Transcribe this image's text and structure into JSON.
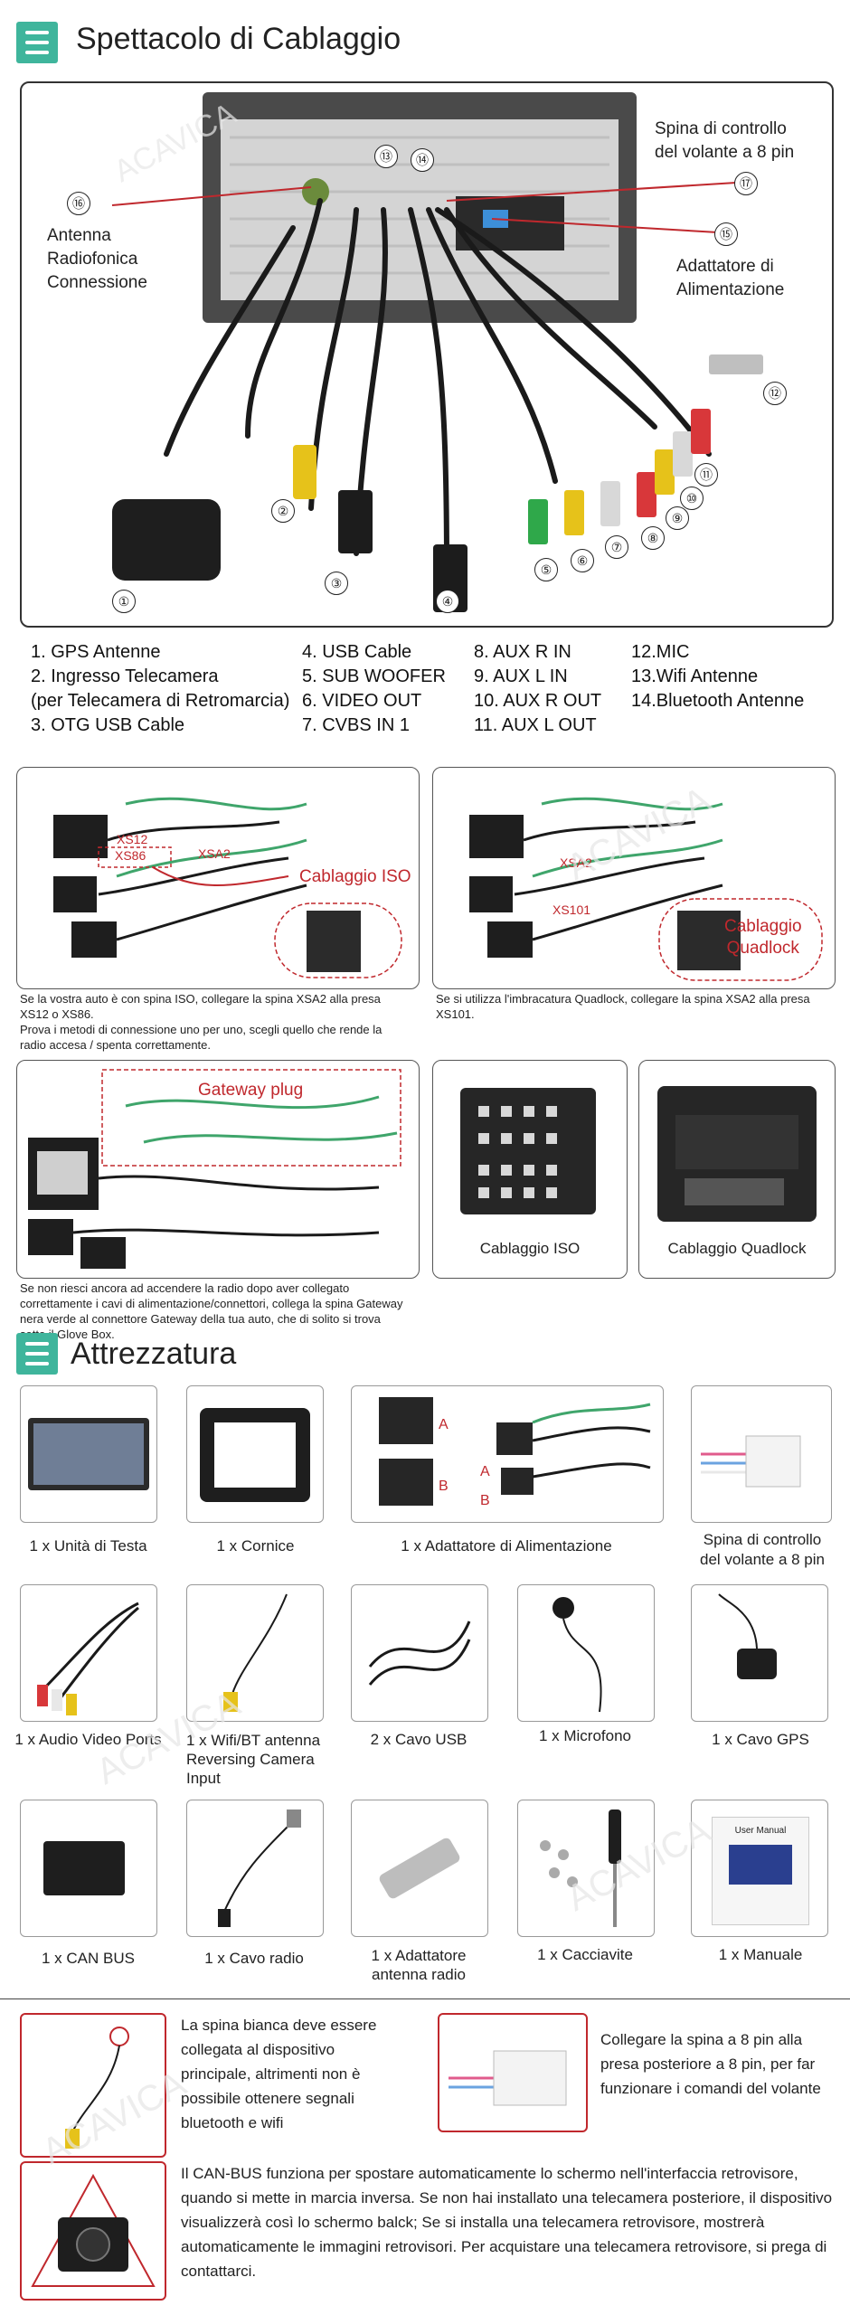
{
  "section1": {
    "title": "Spettacolo di Cablaggio",
    "labels": {
      "antenna": "Antenna\nRadiofonica\nConnessione",
      "steering": "Spina di controllo\ndel volante a 8 pin",
      "power": "Adattatore di\nAlimentazione"
    },
    "numbers": [
      "①",
      "②",
      "③",
      "④",
      "⑤",
      "⑥",
      "⑦",
      "⑧",
      "⑨",
      "⑩",
      "⑪",
      "⑫",
      "⑬",
      "⑭",
      "⑮",
      "⑯",
      "⑰"
    ],
    "legend": [
      [
        "1. GPS Antenne",
        "4. USB Cable",
        "8. AUX R IN",
        "12.MIC"
      ],
      [
        "2. Ingresso Telecamera",
        "5. SUB WOOFER",
        "9. AUX L IN",
        "13.Wifi Antenne"
      ],
      [
        "(per Telecamera di Retromarcia)",
        "6. VIDEO OUT",
        "10. AUX R OUT",
        "14.Bluetooth Antenne"
      ],
      [
        "3. OTG USB Cable",
        "7. CVBS IN 1",
        "11. AUX L OUT",
        ""
      ]
    ]
  },
  "diagrams": {
    "iso_label": "Cablaggio ISO",
    "iso_note": "Se la vostra auto è con spina ISO, collegare la spina XSA2 alla presa XS12 o XS86.\nProva i metodi di connessione uno per uno, scegli quello che rende la radio accesa / spenta correttamente.",
    "quadlock_label": "Cablaggio\nQuadlock",
    "quadlock_note": "Se si utilizza l'imbracatura Quadlock, collegare la spina XSA2 alla presa XS101.",
    "gateway_label": "Gateway plug",
    "gateway_note": "Se non riesci ancora ad accendere la radio dopo aver collegato correttamente i cavi di alimentazione/connettori, collega la spina Gateway nera verde al connettore Gateway della tua auto, che di solito si trova sotto il Glove Box.",
    "iso_caption": "Cablaggio ISO",
    "quadlock_caption": "Cablaggio Quadlock",
    "tags": {
      "xs12": "XS12",
      "xs86": "XS86",
      "xsa2": "XSA2",
      "xs101": "XS101",
      "a": "A",
      "b": "B"
    }
  },
  "section2": {
    "title": "Attrezzatura",
    "items": [
      "1 x Unità di Testa",
      "1 x Cornice",
      "1 x Adattatore di Alimentazione",
      "Spina di controllo\ndel volante a 8 pin",
      "1 x Audio Video Ports",
      "1 x Wifi/BT antenna\nReversing Camera\nInput",
      "2 x Cavo USB",
      "1 x Microfono",
      "1 x Cavo GPS",
      "1 x CAN BUS",
      "1 x Cavo radio",
      "1 x Adattatore\nantenna radio",
      "1 x Cacciavite",
      "1 x Manuale"
    ],
    "manual_title": "User Manual"
  },
  "notes": {
    "white_plug": "La spina bianca deve essere collegata al dispositivo principale, altrimenti non è possibile ottenere segnali bluetooth e wifi",
    "eight_pin": "Collegare la spina a 8 pin alla presa posteriore a 8 pin, per far funzionare i comandi del volante",
    "canbus": "Il CAN-BUS funziona per spostare automaticamente lo schermo nell'interfaccia retrovisore, quando si mette in marcia inversa. Se non hai installato una telecamera posteriore, il dispositivo visualizzerà così lo schermo balck; Se si installa una telecamera retrovisore, mostrerà automaticamente le immagini retrovisori. Per acquistare una telecamera retrovisore, si prega di contattarci."
  },
  "watermark": "ACAVICA",
  "colors": {
    "accent": "#3fb59c",
    "red": "#c0282d"
  }
}
